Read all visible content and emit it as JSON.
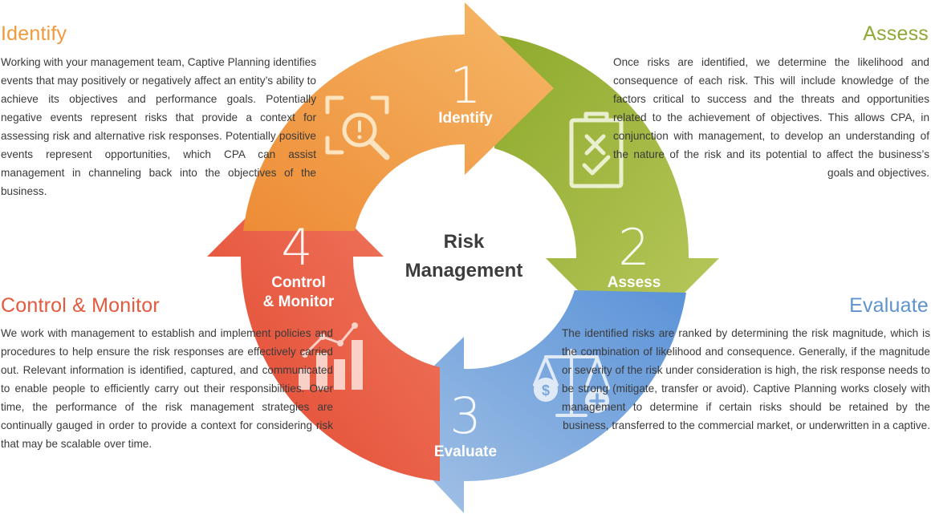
{
  "center": {
    "line1": "Risk",
    "line2": "Management"
  },
  "stages": [
    {
      "number": "1",
      "label": "Identify",
      "color": "#f0a04a",
      "icon": "magnifier-alert-icon"
    },
    {
      "number": "2",
      "label": "Assess",
      "color": "#9cb53a",
      "icon": "clipboard-checklist-icon"
    },
    {
      "number": "3",
      "label": "Evaluate",
      "color": "#6aa0db",
      "icon": "balance-scale-icon"
    },
    {
      "number": "4",
      "label_line1": "Control",
      "label_line2": "& Monitor",
      "color": "#e85a3c",
      "icon": "bar-chart-trend-icon"
    }
  ],
  "sections": {
    "identify": {
      "heading": "Identify",
      "text": "Working with your management team, Captive Planning identifies events that may positively or negatively affect an entity’s ability to achieve its objectives and performance goals. Potentially negative events represent risks that provide a context for assessing risk and alternative risk responses. Potentially positive events represent opportunities, which CPA can assist management in channeling back into the objectives of the business."
    },
    "assess": {
      "heading": "Assess",
      "text": "Once risks are identified, we determine the likelihood and consequence of each risk. This will include knowledge of the factors critical to success and the threats and opportunities related to the achievement of objectives. This allows CPA, in conjunction with management, to develop an understanding of the nature of the risk and its potential to affect the business’s goals and objectives."
    },
    "control": {
      "heading": "Control & Monitor",
      "text": "We work with management to establish and implement policies and procedures to help ensure the risk responses are effectively carried out. Relevant information is identified, captured, and communicated to enable people to efficiently carry out their responsibilities. Over time, the performance of the risk management strategies are continually gauged in order to provide a context for considering risk that may be scalable over time."
    },
    "evaluate": {
      "heading": "Evaluate",
      "text": "The identified risks are ranked by determining the risk magnitude, which is the combination of likelihood and consequence. Generally, if the magnitude or severity of the risk under consideration is high, the risk response needs to be strong (mitigate, transfer or avoid). Captive Planning works closely with management to determine if certain risks should be retained by the business, transferred to the commercial market, or underwritten in a captive."
    }
  }
}
